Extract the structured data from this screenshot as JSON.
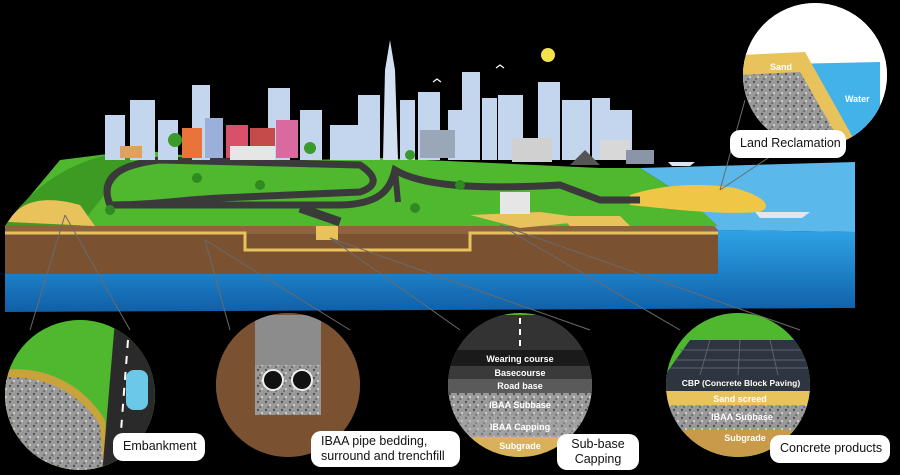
{
  "land_reclamation": {
    "title": "Land Reclamation",
    "sand": "Sand",
    "water": "Water"
  },
  "embankment": {
    "title": "Embankment"
  },
  "pipe_bedding": {
    "title_line1": "IBAA pipe bedding,",
    "title_line2": "surround and trenchfill"
  },
  "subbase_capping": {
    "title_line1": "Sub-base",
    "title_line2": "Capping",
    "layers": [
      "Wearing course",
      "Basecourse",
      "Road base",
      "IBAA Subbase",
      "IBAA Capping",
      "Subgrade"
    ]
  },
  "concrete_products": {
    "title": "Concrete products",
    "layers": [
      "CBP (Concrete Block Paving)",
      "Sand screed",
      "IBAA Subbase",
      "Subgrade"
    ]
  },
  "colors": {
    "background": "#000000",
    "grass": "#4fb82e",
    "soil": "#7a5232",
    "water": "#1e88d0",
    "sky_buildings": "#c4d6ee",
    "sand": "#e8c25a",
    "aggregate": "#9a9a9a"
  }
}
